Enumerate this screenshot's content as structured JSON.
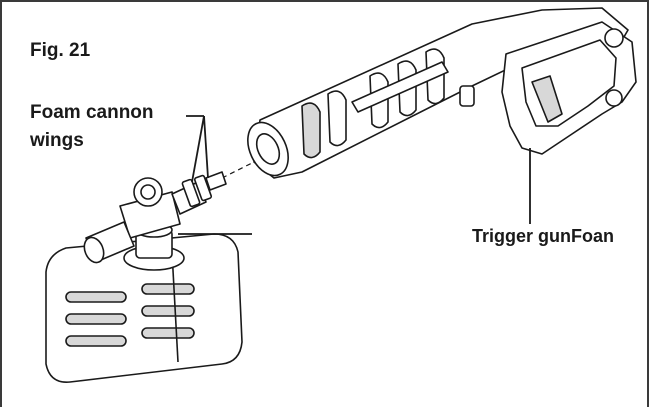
{
  "figure": {
    "title": "Fig. 21"
  },
  "callouts": {
    "foam_cannon_wings_line1": "Foam cannon",
    "foam_cannon_wings_line2": "wings",
    "trigger_gun": "Trigger gunFoan"
  },
  "colors": {
    "ink": "#1a1a1a",
    "frame": "#3a3a3a",
    "background": "#ffffff",
    "shade": "#d8d8d8"
  }
}
